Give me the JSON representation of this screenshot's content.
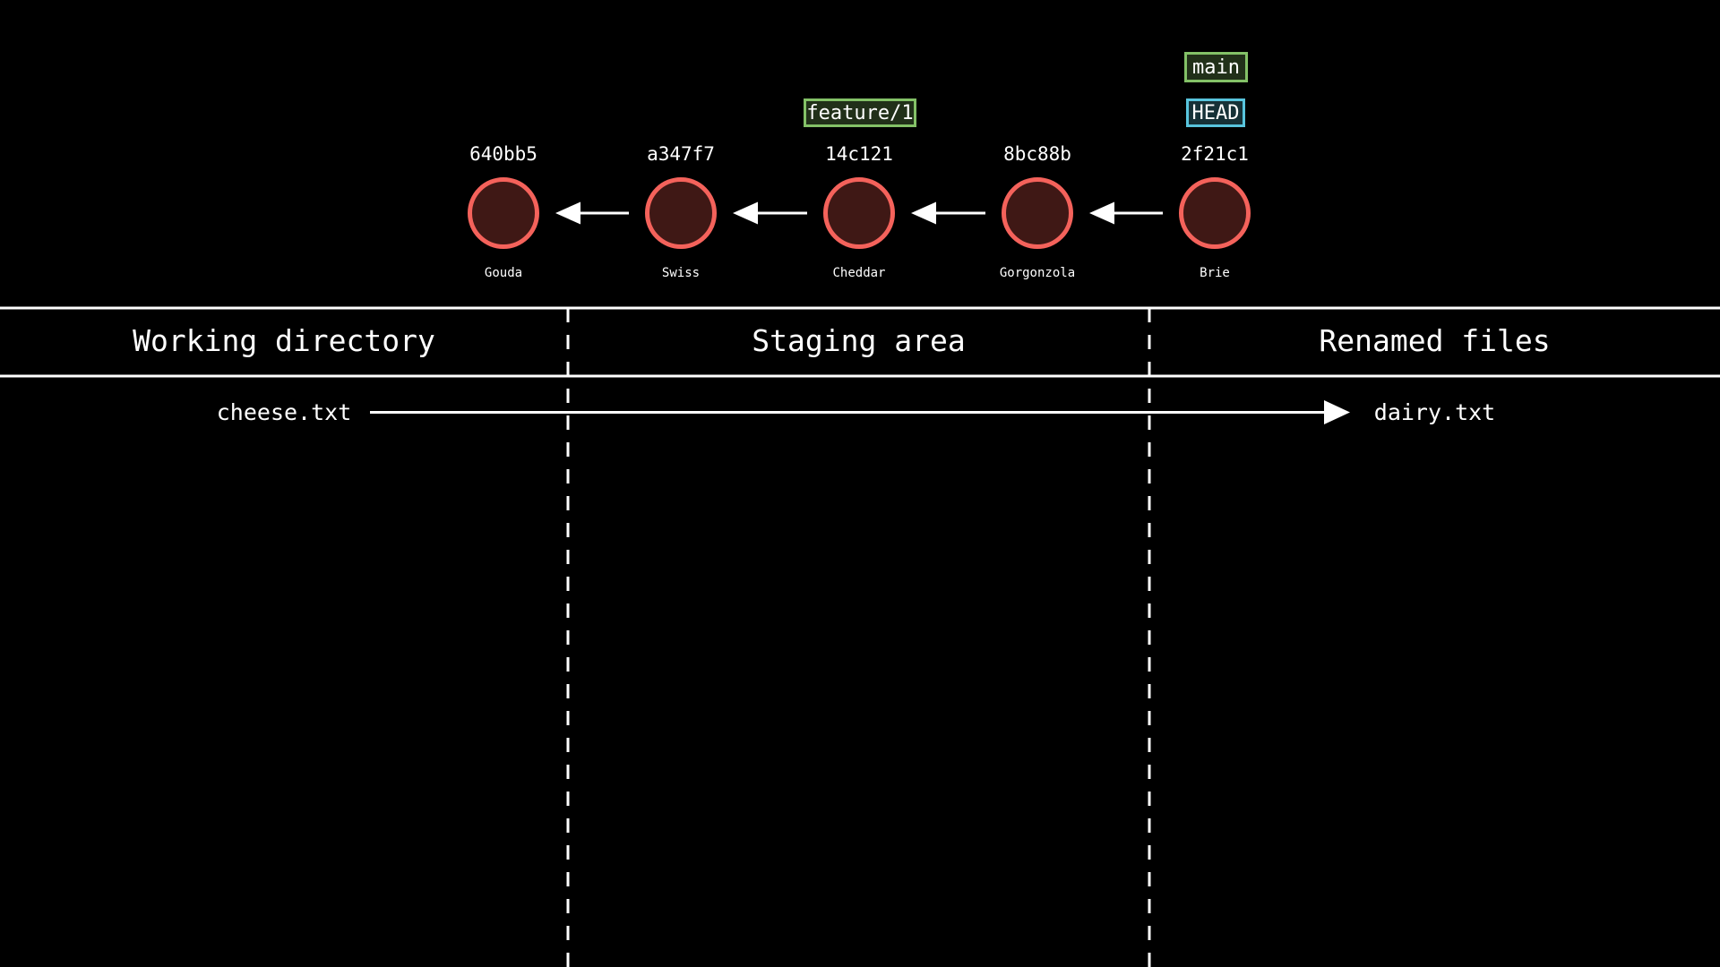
{
  "colors": {
    "background": "#000000",
    "text": "#ffffff",
    "line": "#ffffff",
    "commit_stroke": "#f4625b",
    "commit_fill": "#3f1815",
    "branch_stroke": "#83c167",
    "branch_fill": "#213019",
    "head_stroke": "#58c4dd",
    "head_fill": "#163137"
  },
  "graph": {
    "commits": [
      {
        "hash": "640bb5",
        "message": "Gouda"
      },
      {
        "hash": "a347f7",
        "message": "Swiss"
      },
      {
        "hash": "14c121",
        "message": "Cheddar"
      },
      {
        "hash": "8bc88b",
        "message": "Gorgonzola"
      },
      {
        "hash": "2f21c1",
        "message": "Brie"
      }
    ],
    "refs": [
      {
        "label": "feature/1",
        "type": "branch",
        "points_to": "14c121"
      },
      {
        "label": "main",
        "type": "branch",
        "points_to": "2f21c1"
      },
      {
        "label": "HEAD",
        "type": "head",
        "points_to": "2f21c1"
      }
    ]
  },
  "table": {
    "columns": [
      {
        "label": "Working directory"
      },
      {
        "label": "Staging area"
      },
      {
        "label": "Renamed files"
      }
    ],
    "rename": {
      "from": "cheese.txt",
      "to": "dairy.txt"
    }
  }
}
